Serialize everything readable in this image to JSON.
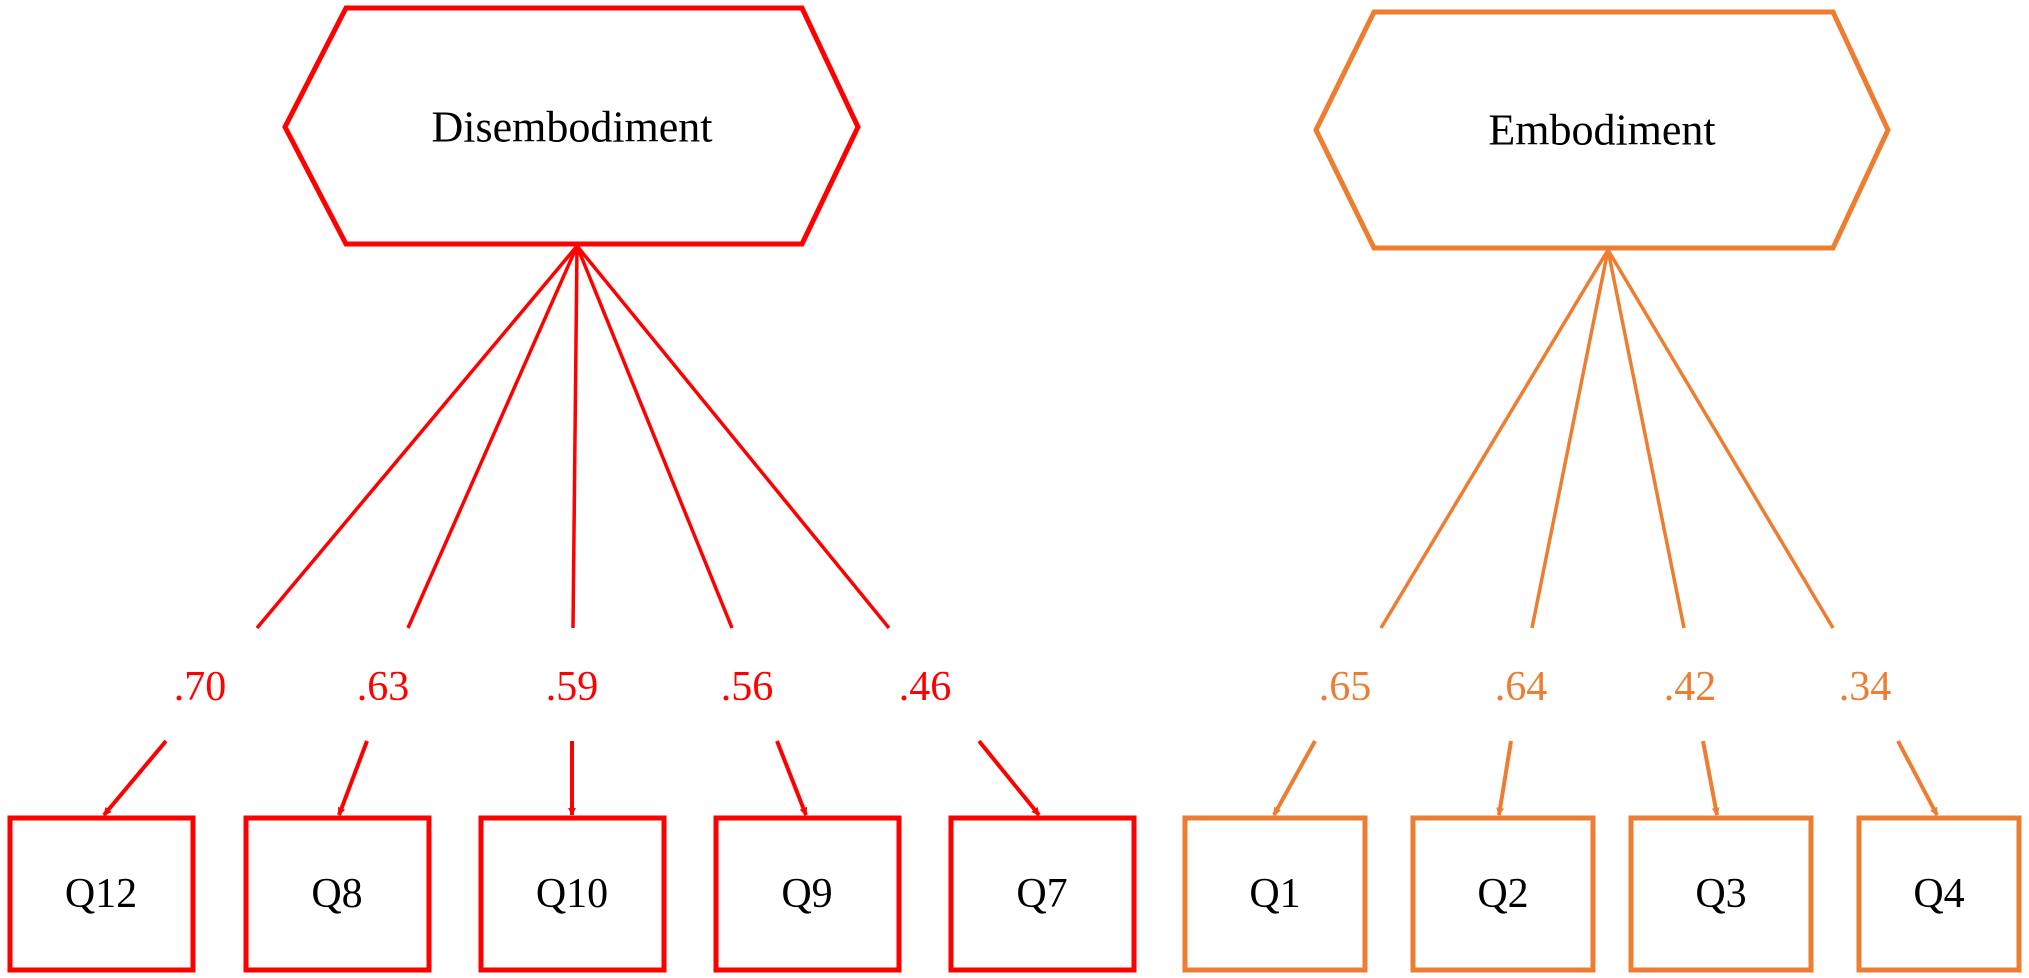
{
  "factors": [
    {
      "id": "disembodiment",
      "label": "Disembodiment",
      "color": "#ff0000",
      "items": [
        {
          "label": "Q12",
          "loading": ".70"
        },
        {
          "label": "Q8",
          "loading": ".63"
        },
        {
          "label": "Q10",
          "loading": ".59"
        },
        {
          "label": "Q9",
          "loading": ".56"
        },
        {
          "label": "Q7",
          "loading": ".46"
        }
      ]
    },
    {
      "id": "embodiment",
      "label": "Embodiment",
      "color": "#ed7d31",
      "items": [
        {
          "label": "Q1",
          "loading": ".65"
        },
        {
          "label": "Q2",
          "loading": ".64"
        },
        {
          "label": "Q3",
          "loading": ".42"
        },
        {
          "label": "Q4",
          "loading": ".34"
        }
      ]
    }
  ]
}
